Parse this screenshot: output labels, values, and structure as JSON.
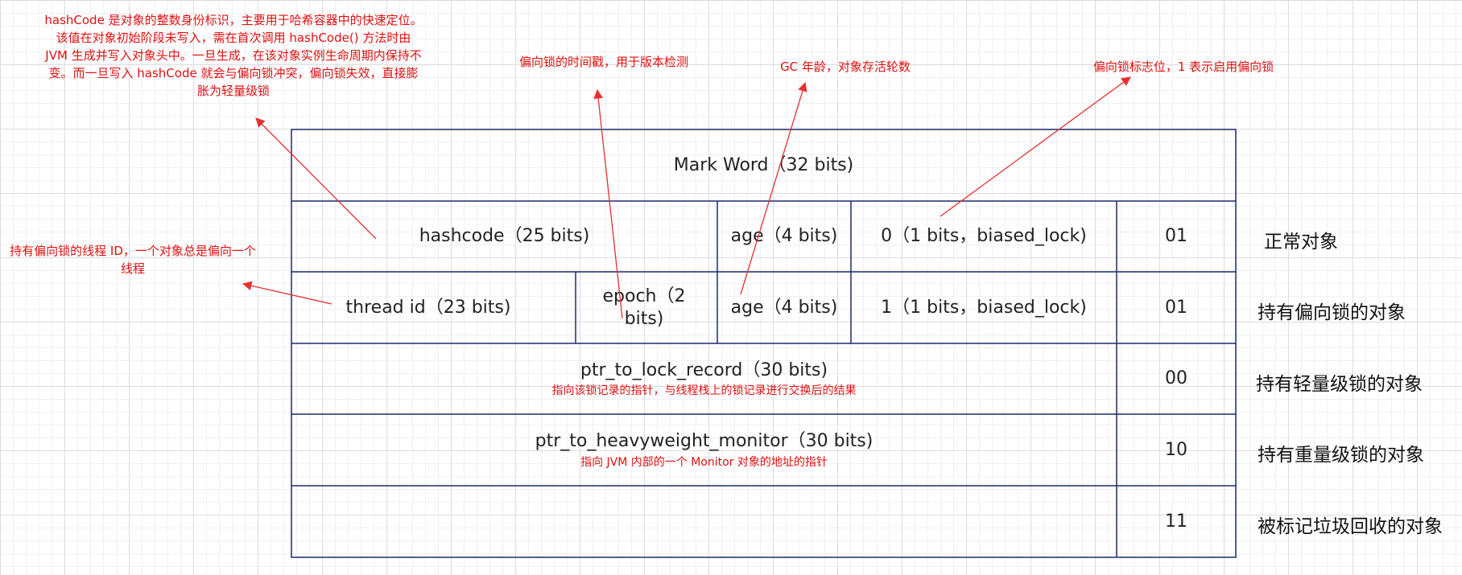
{
  "table": {
    "header": "Mark Word（32 bits)",
    "rows": [
      {
        "cells": [
          "hashcode（25 bits)",
          "age（4 bits)",
          "0（1 bits，biased_lock)"
        ],
        "bits": "01",
        "state": "正常对象"
      },
      {
        "cells": [
          "thread id（23 bits)",
          "epoch（2 bits)",
          "age（4 bits)",
          "1（1 bits，biased_lock)"
        ],
        "bits": "01",
        "state": "持有偏向锁的对象"
      },
      {
        "cells": [
          "ptr_to_lock_record（30 bits)"
        ],
        "note": "指向该锁记录的指针，与线程栈上的锁记录进行交换后的结果",
        "bits": "00",
        "state": "持有轻量级锁的对象"
      },
      {
        "cells": [
          "ptr_to_heavyweight_monitor（30 bits)"
        ],
        "note": "指向 JVM 内部的一个 Monitor 对象的地址的指针",
        "bits": "10",
        "state": "持有重量级锁的对象"
      },
      {
        "cells": [
          ""
        ],
        "bits": "11",
        "state": "被标记垃圾回收的对象"
      }
    ]
  },
  "annotations": {
    "hashcode": "hashCode 是对象的整数身份标识，主要用于哈希容器中的快速定位。该值在对象初始阶段未写入，需在首次调用 hashCode() 方法时由 JVM 生成并写入对象头中。一旦生成，在该对象实例生命周期内保持不变。而一旦写入 hashCode 就会与偏向锁冲突，偏向锁失效，直接膨胀为轻量级锁",
    "thread_id": "持有偏向锁的线程 ID，一个对象总是偏向一个线程",
    "epoch": "偏向锁的时间戳，用于版本检测",
    "age": "GC 年龄，对象存活轮数",
    "biased_lock": "偏向锁标志位，1 表示启用偏向锁"
  },
  "colors": {
    "border": "#1f2a6b",
    "annotation": "#e01010",
    "arrow": "#e53030"
  }
}
